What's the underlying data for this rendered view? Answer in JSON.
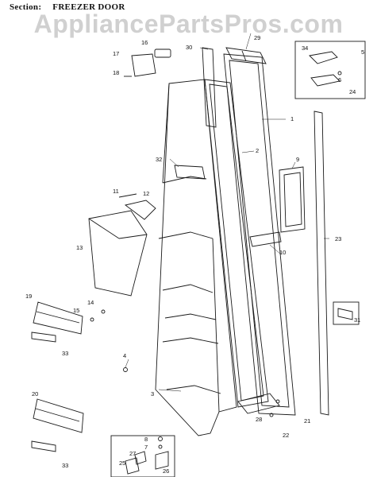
{
  "header": {
    "section_label": "Section:",
    "section_name": "FREEZER DOOR"
  },
  "watermark": "AppliancePartsPros.com",
  "colors": {
    "line": "#1a1a1a",
    "watermark": "#aaaaaa",
    "background": "#ffffff"
  },
  "callouts": {
    "c1": "1",
    "c2": "2",
    "c3": "3",
    "c4": "4",
    "c5": "5",
    "c6": "6",
    "c7": "7",
    "c8": "8",
    "c9": "9",
    "c10": "10",
    "c11": "11",
    "c12": "12",
    "c13": "13",
    "c14": "14",
    "c15": "15",
    "c16": "16",
    "c17": "17",
    "c18": "18",
    "c19": "19",
    "c20": "20",
    "c21": "21",
    "c22": "22",
    "c23": "23",
    "c24": "24",
    "c25": "25",
    "c26": "26",
    "c27": "27",
    "c28": "28",
    "c29": "29",
    "c30": "30",
    "c31": "31",
    "c32": "32",
    "c33a": "33",
    "c33b": "33",
    "c34": "34"
  }
}
